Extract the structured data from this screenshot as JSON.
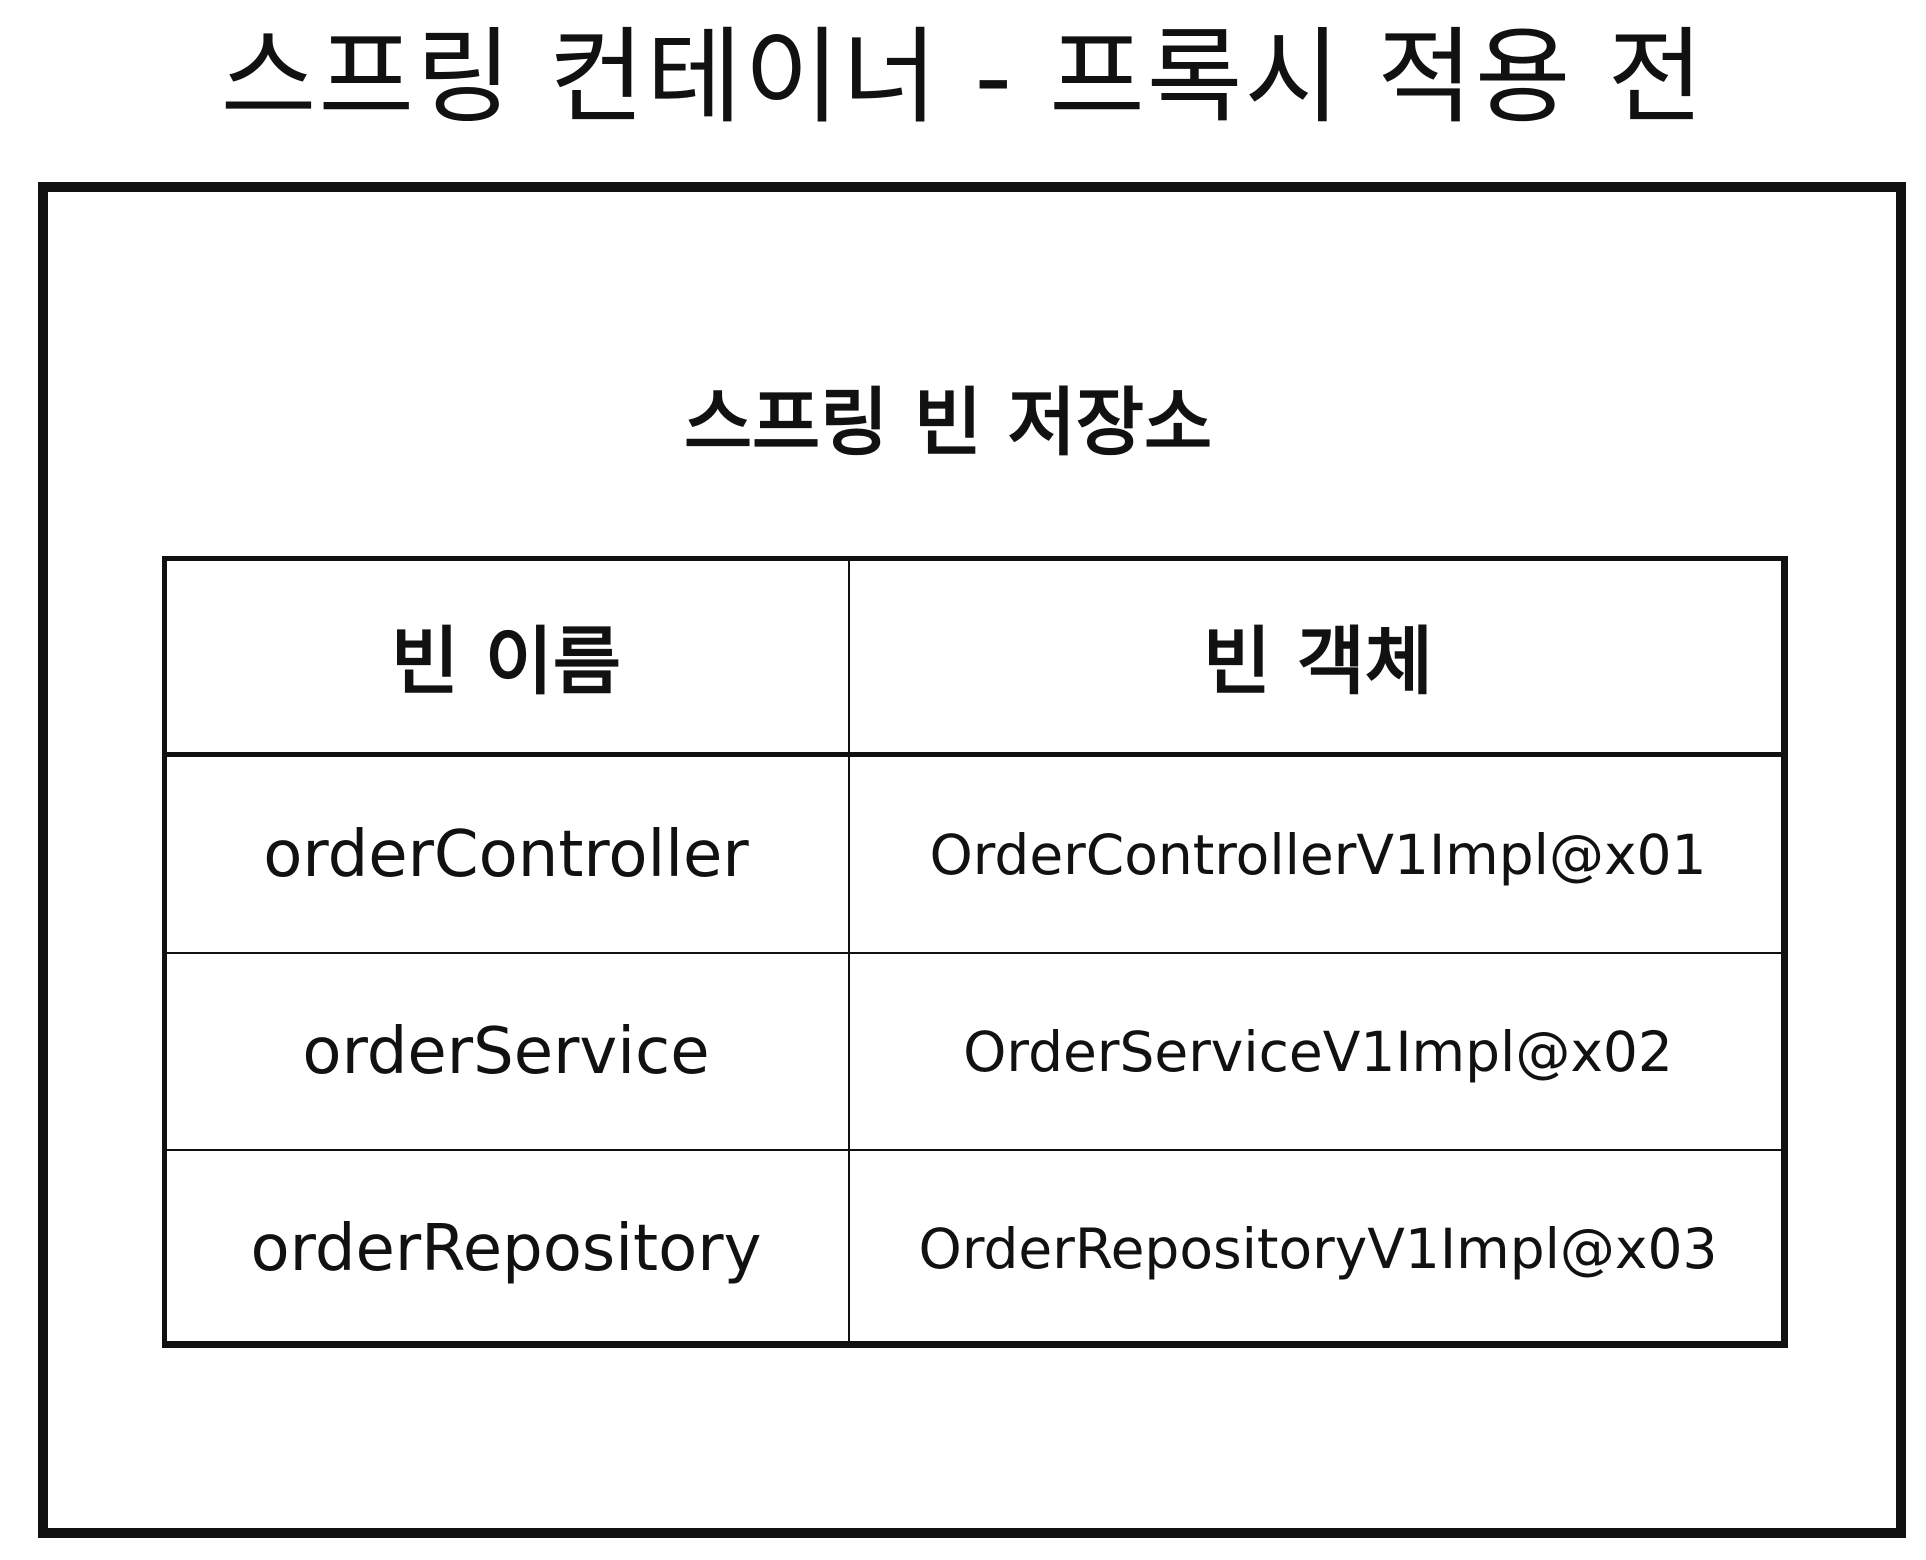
{
  "title": "스프링 컨테이너 - 프록시 적용 전",
  "repository": {
    "title": "스프링 빈 저장소",
    "columns": [
      "빈 이름",
      "빈 객체"
    ],
    "rows": [
      {
        "name": "orderController",
        "object": "OrderControllerV1Impl@x01"
      },
      {
        "name": "orderService",
        "object": "OrderServiceV1Impl@x02"
      },
      {
        "name": "orderRepository",
        "object": "OrderRepositoryV1Impl@x03"
      }
    ]
  }
}
